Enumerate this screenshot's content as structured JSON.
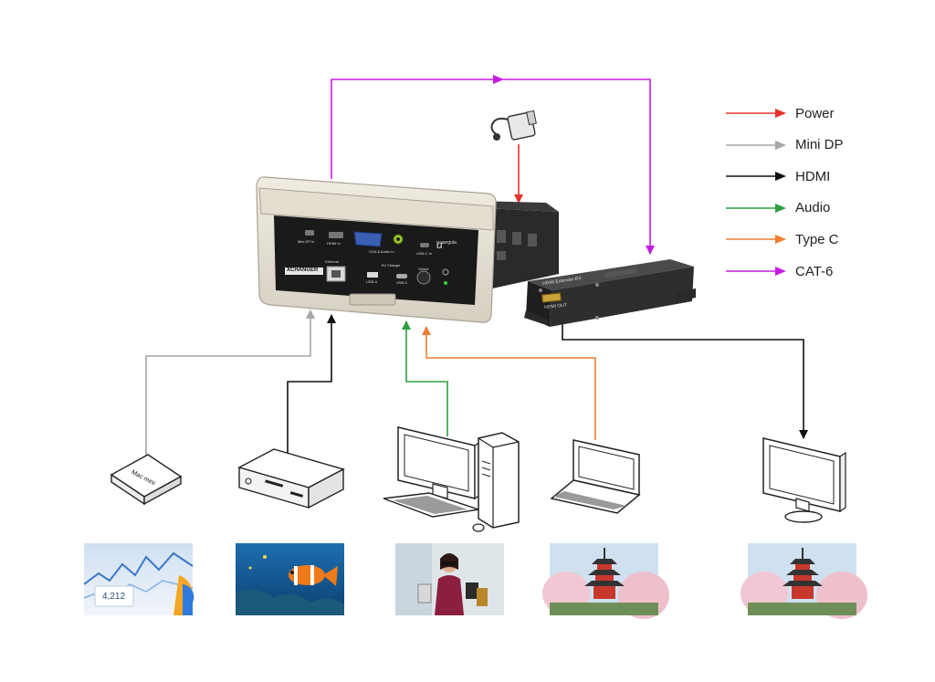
{
  "legend": [
    {
      "label": "Power",
      "color": "#e5322d"
    },
    {
      "label": "Mini DP",
      "color": "#a6a6a6"
    },
    {
      "label": "HDMI",
      "color": "#111111"
    },
    {
      "label": "Audio",
      "color": "#2e9e3f"
    },
    {
      "label": "Type C",
      "color": "#ee7d31"
    },
    {
      "label": "CAT-6",
      "color": "#c51de0"
    }
  ],
  "device_panel": {
    "port_labels": [
      "Mini DP In",
      "HDMI In",
      "VGA & Audio In",
      "USB-C In",
      "Ethernet",
      "5V Charger",
      "USB-A",
      "USB-C",
      "Select"
    ],
    "brand": "XCHANGER",
    "logo_text": "α sangula"
  },
  "receiver": {
    "title": "HDMI Extender-RX",
    "port_label": "HDMI OUT"
  },
  "sources": [
    {
      "name": "mac-mini",
      "label": "Mac mini"
    },
    {
      "name": "media-player"
    },
    {
      "name": "desktop-pc"
    },
    {
      "name": "laptop"
    }
  ],
  "thumbnails": {
    "dashboard_number": "4,212"
  },
  "icons": [
    "power-adapter-icon",
    "mac-mini-icon",
    "media-player-icon",
    "desktop-pc-icon",
    "laptop-icon",
    "monitor-icon"
  ]
}
